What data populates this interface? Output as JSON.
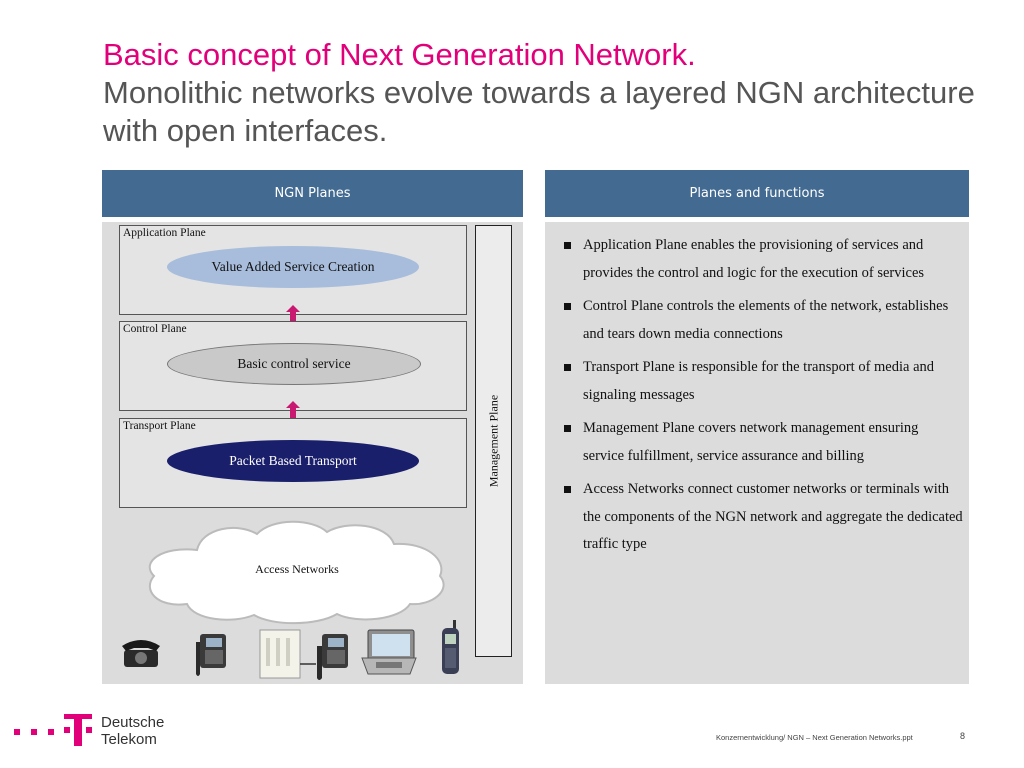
{
  "title": {
    "line1": "Basic concept of Next Generation Network.",
    "line2": "Monolithic networks evolve towards a layered NGN architecture with open interfaces."
  },
  "left_panel": {
    "header": "NGN Planes",
    "planes": [
      {
        "label": "Application Plane",
        "service": "Value Added Service Creation"
      },
      {
        "label": "Control Plane",
        "service": "Basic control service"
      },
      {
        "label": "Transport Plane",
        "service": "Packet Based Transport"
      }
    ],
    "management_plane": "Management Plane",
    "access_networks": "Access Networks",
    "devices": [
      "telephone-icon",
      "desk-phone-icon",
      "modem-icon",
      "desk-phone-icon",
      "pda-icon",
      "mobile-phone-icon"
    ]
  },
  "right_panel": {
    "header": "Planes and functions",
    "bullets": [
      "Application Plane enables the provisioning of services and provides the control and logic for the execution of services",
      "Control Plane controls the elements of the network, establishes and tears down media connections",
      "Transport Plane is responsible for the transport of media and signaling messages",
      "Management Plane covers network management ensuring service fulfillment, service assurance and billing",
      "Access Networks connect customer networks or terminals with the components of the NGN network and aggregate the dedicated traffic type"
    ]
  },
  "footer": {
    "brand_line1": "Deutsche",
    "brand_line2": "Telekom",
    "document": "Konzernentwicklung/ NGN – Next Generation Networks.ppt",
    "page": "8"
  },
  "colors": {
    "accent": "#e2007a",
    "header_blue": "#436b92",
    "panel_gray": "#dcdcdc",
    "app_ellipse": "#a7bddb",
    "transport_ellipse": "#1a1f6b"
  }
}
